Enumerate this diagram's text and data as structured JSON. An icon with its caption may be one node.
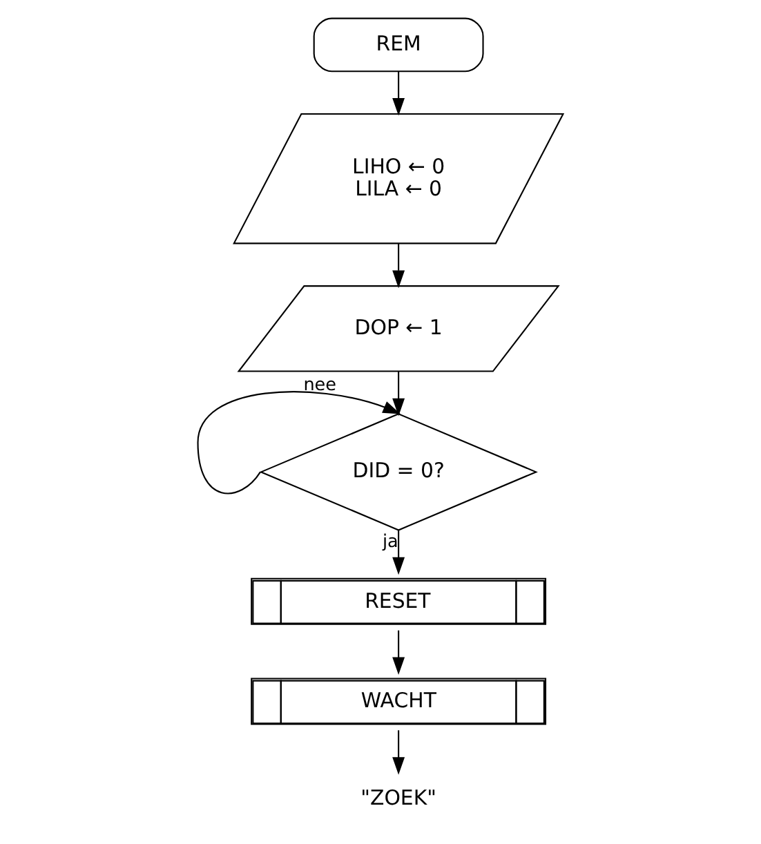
{
  "diagram": {
    "nodes": [
      {
        "text": [
          "REM"
        ]
      },
      {
        "text": [
          "LIHO ← 0",
          "LILA ← 0"
        ]
      },
      {
        "text": [
          "DOP ← 1"
        ]
      },
      {
        "text": [
          "DID = 0?"
        ]
      },
      {
        "text": [
          "RESET"
        ]
      },
      {
        "text": [
          "WACHT"
        ]
      },
      {
        "text": [
          "\"ZOEK\""
        ]
      }
    ],
    "edges": [
      {
        "from": 0,
        "to": 1,
        "arrow": "to"
      },
      {
        "from": 1,
        "to": 2,
        "arrow": "to"
      },
      {
        "from": 2,
        "to": 3,
        "arrow": "to"
      },
      {
        "from": 3,
        "to": 3,
        "arrow": "to",
        "label": "nee"
      },
      {
        "from": 3,
        "to": 4,
        "arrow": "to",
        "label": "ja"
      },
      {
        "from": 4,
        "to": 5,
        "arrow": "to"
      },
      {
        "from": 5,
        "to": 6,
        "arrow": "to"
      }
    ]
  }
}
